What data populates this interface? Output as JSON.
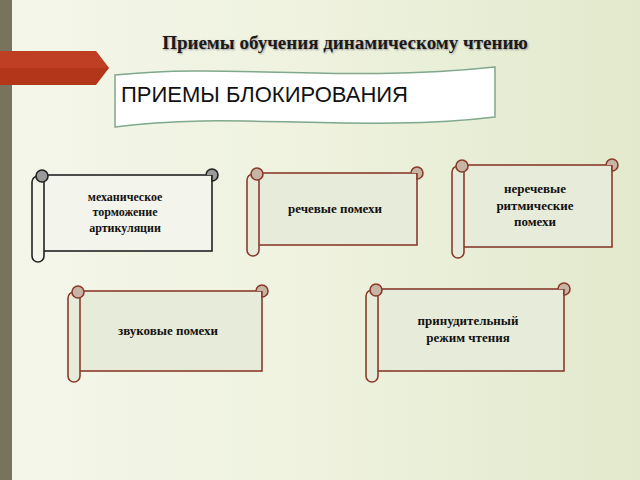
{
  "diagram": {
    "title": "Приемы обучения динамическому чтению",
    "nodes": [
      {
        "text": [
          "ПРИЕМЫ БЛОКИРОВАНИЯ"
        ]
      },
      {
        "text": [
          "механическое торможение артикуляции"
        ]
      },
      {
        "text": [
          "речевые помехи"
        ]
      },
      {
        "text": [
          "неречевые ритмические помехи"
        ]
      },
      {
        "text": [
          "звуковые помехи"
        ]
      },
      {
        "text": [
          "принудительный режим чтения"
        ]
      }
    ]
  }
}
